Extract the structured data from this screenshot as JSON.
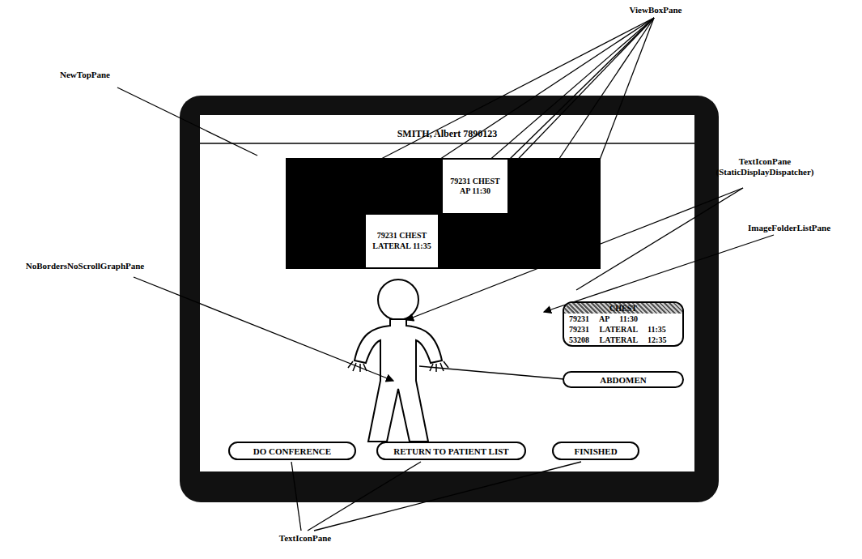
{
  "diagram": {
    "nodes": [
      {
        "text": [
          "SMITH, Albert 7890123"
        ]
      },
      {
        "text": [
          "79231 CHEST AP 11:30"
        ],
        "in": 0
      },
      {
        "text": [
          "79231 CHEST LATERAL 11:35"
        ],
        "in": 0
      },
      {
        "text": [
          "CHEST",
          "79231 AP 11:30",
          "79231 LATERAL 11:35",
          "53208 LATERAL 12:35"
        ],
        "in": 0
      },
      {
        "text": [
          "ABDOMEN"
        ],
        "in": 0
      },
      {
        "text": [
          "DO CONFERENCE"
        ],
        "in": 0
      },
      {
        "text": [
          "RETURN TO PATIENT LIST"
        ],
        "in": 0
      },
      {
        "text": [
          "FINISHED"
        ],
        "in": 0
      }
    ],
    "labels": [
      "ViewBoxPane",
      "NewTopPane",
      "TextIconPane (StaticDisplayDispatcher)",
      "ImageFolderListPane",
      "NoBordersNoScrollGraphPane",
      "TextIconPane"
    ]
  }
}
